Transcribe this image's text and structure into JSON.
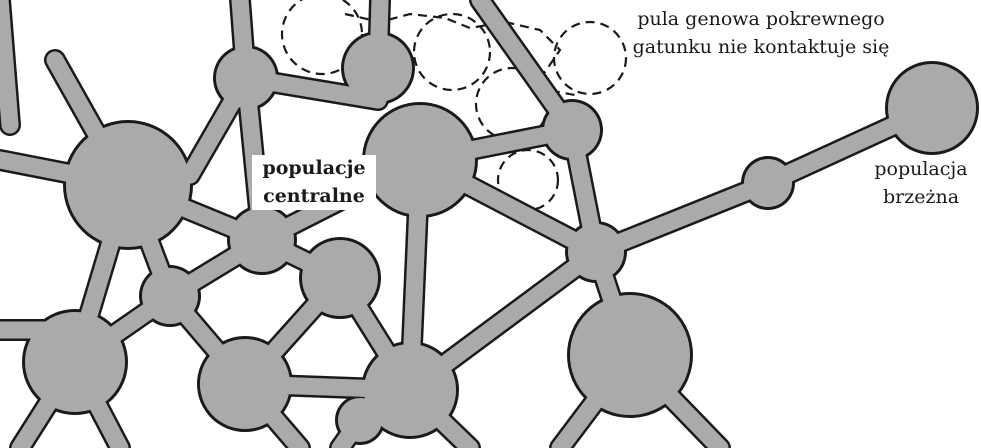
{
  "labels": {
    "gene_pool": [
      "pula genowa pokrewnego",
      "gatunku nie kontaktuje się"
    ],
    "central": [
      "populacje",
      "centralne"
    ],
    "edge": [
      "populacja",
      "brzeżna"
    ]
  },
  "colors": {
    "population_fill": "#a9a9a9",
    "outline": "#1a1a1a",
    "background": "#ffffff"
  }
}
